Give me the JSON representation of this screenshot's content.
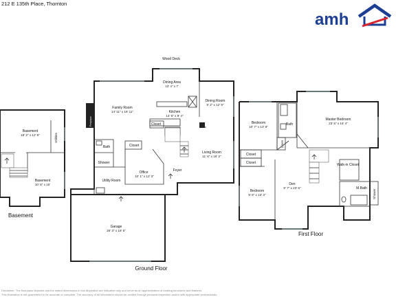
{
  "header": {
    "address": "212 E 135th Place, Thornton"
  },
  "logo": {
    "text": "amh",
    "brand_color": "#1c3f94",
    "accent_color": "#d9232d",
    "icon": "house-roof-icon"
  },
  "floors": {
    "basement": "Basement",
    "ground": "Ground Floor",
    "first": "First Floor"
  },
  "rooms": {
    "wood_deck": {
      "name": "Wood Deck"
    },
    "dining_area": {
      "name": "Dining Area",
      "dims": "13' 4\" x 7'"
    },
    "family_room": {
      "name": "Family Room",
      "dims": "14' 11\" x 16' 11\""
    },
    "dining_room": {
      "name": "Dining Room",
      "dims": "9' 2\" x 12' 9\""
    },
    "kitchen": {
      "name": "Kitchen",
      "dims": "14' 6\" x 9' 4\""
    },
    "closet_gf1": {
      "name": "Closet"
    },
    "closet_gf2": {
      "name": "Closet"
    },
    "living_room": {
      "name": "Living Room",
      "dims": "11' 6\" x 16' 2\""
    },
    "bath_gf": {
      "name": "Bath"
    },
    "shower_gf": {
      "name": "Shower"
    },
    "office": {
      "name": "Office",
      "dims": "10' 1\" x 12' 3\""
    },
    "foyer": {
      "name": "Foyer"
    },
    "utility_room": {
      "name": "Utility Room"
    },
    "garage": {
      "name": "Garage",
      "dims": "26' 3\" x 18' 6\""
    },
    "fireplace": {
      "name": "Fireplace"
    },
    "basement_main": {
      "name": "Basement",
      "dims": "18' 2\" x 12' 5\""
    },
    "utilities": {
      "name": "Utilities"
    },
    "basement_small": {
      "name": "Basement",
      "dims": "10' 6\" x 15'"
    },
    "bedroom_1": {
      "name": "Bedroom",
      "dims": "10' 7\" x 13' 8\""
    },
    "bath_ff": {
      "name": "Bath"
    },
    "master_bedroom": {
      "name": "Master Bedroom",
      "dims": "23' 5\" x 16' 4\""
    },
    "linen": {
      "name": "Linen"
    },
    "closet_ff1": {
      "name": "Closet"
    },
    "closet_ff2": {
      "name": "Closet"
    },
    "walk_in_closet": {
      "name": "Walk-in Closet"
    },
    "bedroom_2": {
      "name": "Bedroom",
      "dims": "9' 6\" x 13' 3\""
    },
    "den": {
      "name": "Den",
      "dims": "9' 7\" x 23' 6\""
    },
    "m_bath": {
      "name": "M.Bath"
    },
    "shower_ff": {
      "name": "Shower"
    }
  },
  "disclaimer": {
    "line1": "Disclaimer: The floorplans depicted and the stated dimensions in this illustration are indicative only and serve as an approximation of existing structures and features.",
    "line2": "This illustration is not guaranteed to be accurate or complete. The accuracy of all information should be verified through personal inspection and/or with appropriate professionals."
  }
}
